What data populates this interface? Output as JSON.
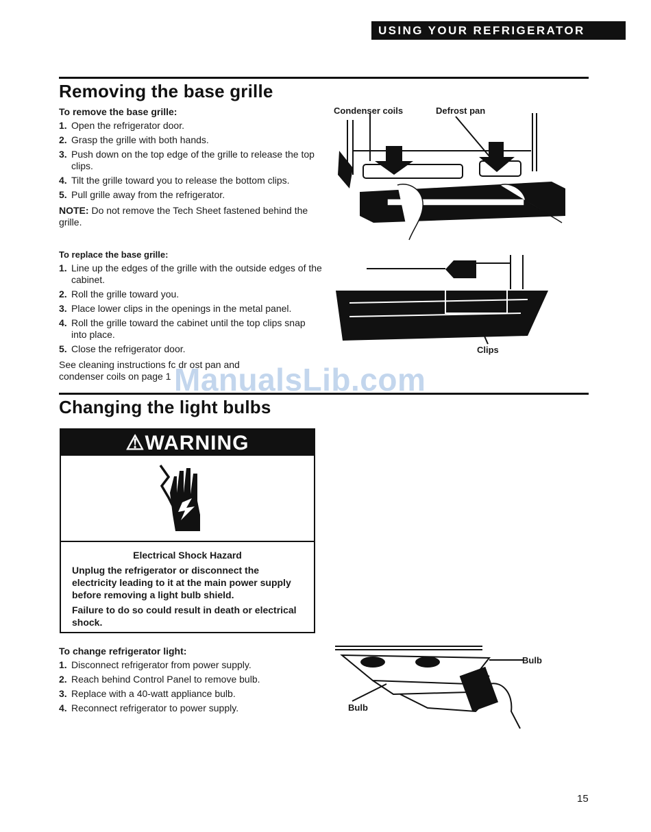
{
  "header": {
    "section_label": "USING YOUR REFRIGERATOR"
  },
  "grille": {
    "title": "Removing the base grille",
    "remove_heading": "To remove the base grille:",
    "remove_steps": [
      {
        "num": "1.",
        "text": "Open the refrigerator door."
      },
      {
        "num": "2.",
        "text": "Grasp the grille with both hands."
      },
      {
        "num": "3.",
        "text": "Push down on the top edge of the grille to release the top clips."
      },
      {
        "num": "4.",
        "text": "Tilt the grille toward you to release the bottom clips."
      },
      {
        "num": "5.",
        "text": "Pull grille away from the refrigerator."
      }
    ],
    "note_label": "NOTE:",
    "note_text": "Do not remove the Tech Sheet fastened behind the grille.",
    "replace_heading": "To replace the base grille:",
    "replace_steps": [
      {
        "num": "1.",
        "text": "Line up the edges of the grille with the outside edges of the cabinet."
      },
      {
        "num": "2.",
        "text": "Roll the grille toward you."
      },
      {
        "num": "3.",
        "text": "Place lower clips in the openings in the metal panel."
      },
      {
        "num": "4.",
        "text": "Roll the grille toward the cabinet until the top clips snap into place."
      },
      {
        "num": "5.",
        "text": "Close the refrigerator door."
      }
    ],
    "see_cleaning": "See cleaning instructions fc  dr  ost pan and condenser coils on page 1",
    "fig_labels": {
      "condenser_coils": "Condenser coils",
      "defrost_pan": "Defrost pan",
      "clips": "Clips"
    }
  },
  "watermark": "ManualsLib.com",
  "bulbs": {
    "title": "Changing the light bulbs",
    "warning_label": "WARNING",
    "hazard_title": "Electrical Shock Hazard",
    "hazard_line1": "Unplug the refrigerator or disconnect the electricity leading to it at the main power supply before removing a light bulb shield.",
    "hazard_line2": "Failure to do so could result in death or electrical shock.",
    "change_heading": "To change refrigerator light:",
    "change_steps": [
      {
        "num": "1.",
        "text": "Disconnect refrigerator from power supply."
      },
      {
        "num": "2.",
        "text": "Reach behind Control Panel to remove bulb."
      },
      {
        "num": "3.",
        "text": "Replace with a 40-watt appliance bulb."
      },
      {
        "num": "4.",
        "text": "Reconnect refrigerator to power supply."
      }
    ],
    "fig_labels": {
      "bulb_right": "Bulb",
      "bulb_left": "Bulb"
    }
  },
  "footer": {
    "page_number": "15"
  }
}
